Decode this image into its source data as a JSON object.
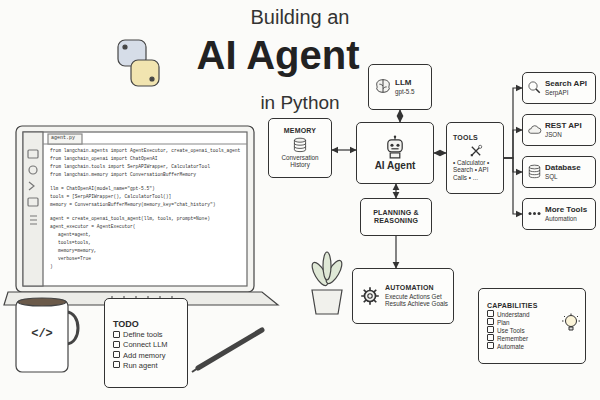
{
  "diagram": {
    "title": "AI Agent",
    "nodes": [
      {
        "text": [
          "LLM",
          "gpt-5.5"
        ]
      },
      {
        "text": [
          "MEMORY",
          "Conversation History"
        ]
      },
      {
        "text": [
          "AI Agent"
        ]
      },
      {
        "text": [
          "TOOLS",
          "• Calculator • Search • API Calls • ..."
        ]
      },
      {
        "text": [
          "Search API",
          "SerpAPI"
        ]
      },
      {
        "text": [
          "REST API",
          "JSON"
        ]
      },
      {
        "text": [
          "Database",
          "SQL"
        ]
      },
      {
        "text": [
          "More Tools",
          "Automation"
        ]
      },
      {
        "text": [
          "PLANNING & REASONING"
        ]
      },
      {
        "text": [
          "AUTOMATION",
          "Execute Actions Get Results Achieve Goals"
        ]
      },
      {
        "text": [
          "TODO",
          "Define tools",
          "Connect LLM",
          "Add memory",
          "Run agent"
        ]
      },
      {
        "text": [
          "CAPABILITIES",
          "Understand",
          "Plan",
          "Use Tools",
          "Remember",
          "Automate"
        ]
      }
    ],
    "edges": [
      {
        "from": 0,
        "to": 2,
        "arrow": "both"
      },
      {
        "from": 1,
        "to": 2,
        "arrow": "both"
      },
      {
        "from": 2,
        "to": 3,
        "arrow": "both"
      },
      {
        "from": 3,
        "to": 4,
        "arrow": "to"
      },
      {
        "from": 3,
        "to": 5,
        "arrow": "to"
      },
      {
        "from": 3,
        "to": 6,
        "arrow": "to"
      },
      {
        "from": 3,
        "to": 7,
        "arrow": "to"
      },
      {
        "from": 2,
        "to": 8,
        "arrow": "both"
      },
      {
        "from": 8,
        "to": 9,
        "arrow": "to"
      }
    ],
    "labels": [
      "Building an",
      "in Python",
      "agent.py",
      "from langchain.agents import AgentExecutor, create_openai_tools_agent",
      "from langchain_openai import ChatOpenAI",
      "from langchain.tools import SerpAPIWrapper, CalculatorTool",
      "from langchain.memory import ConversationBufferMemory",
      "llm = ChatOpenAI(model_name=\"gpt-5.5\")",
      "tools = [SerpAPIWrapper(), CalculatorTool()]",
      "memory = ConversationBufferMemory(memory_key=\"chat_history\")",
      "agent = create_openai_tools_agent(llm, tools, prompt=None)",
      "agent_executor = AgentExecutor(",
      "agent=agent,",
      "tools=tools,",
      "memory=memory,",
      "verbose=True",
      ")",
      "</>"
    ]
  }
}
